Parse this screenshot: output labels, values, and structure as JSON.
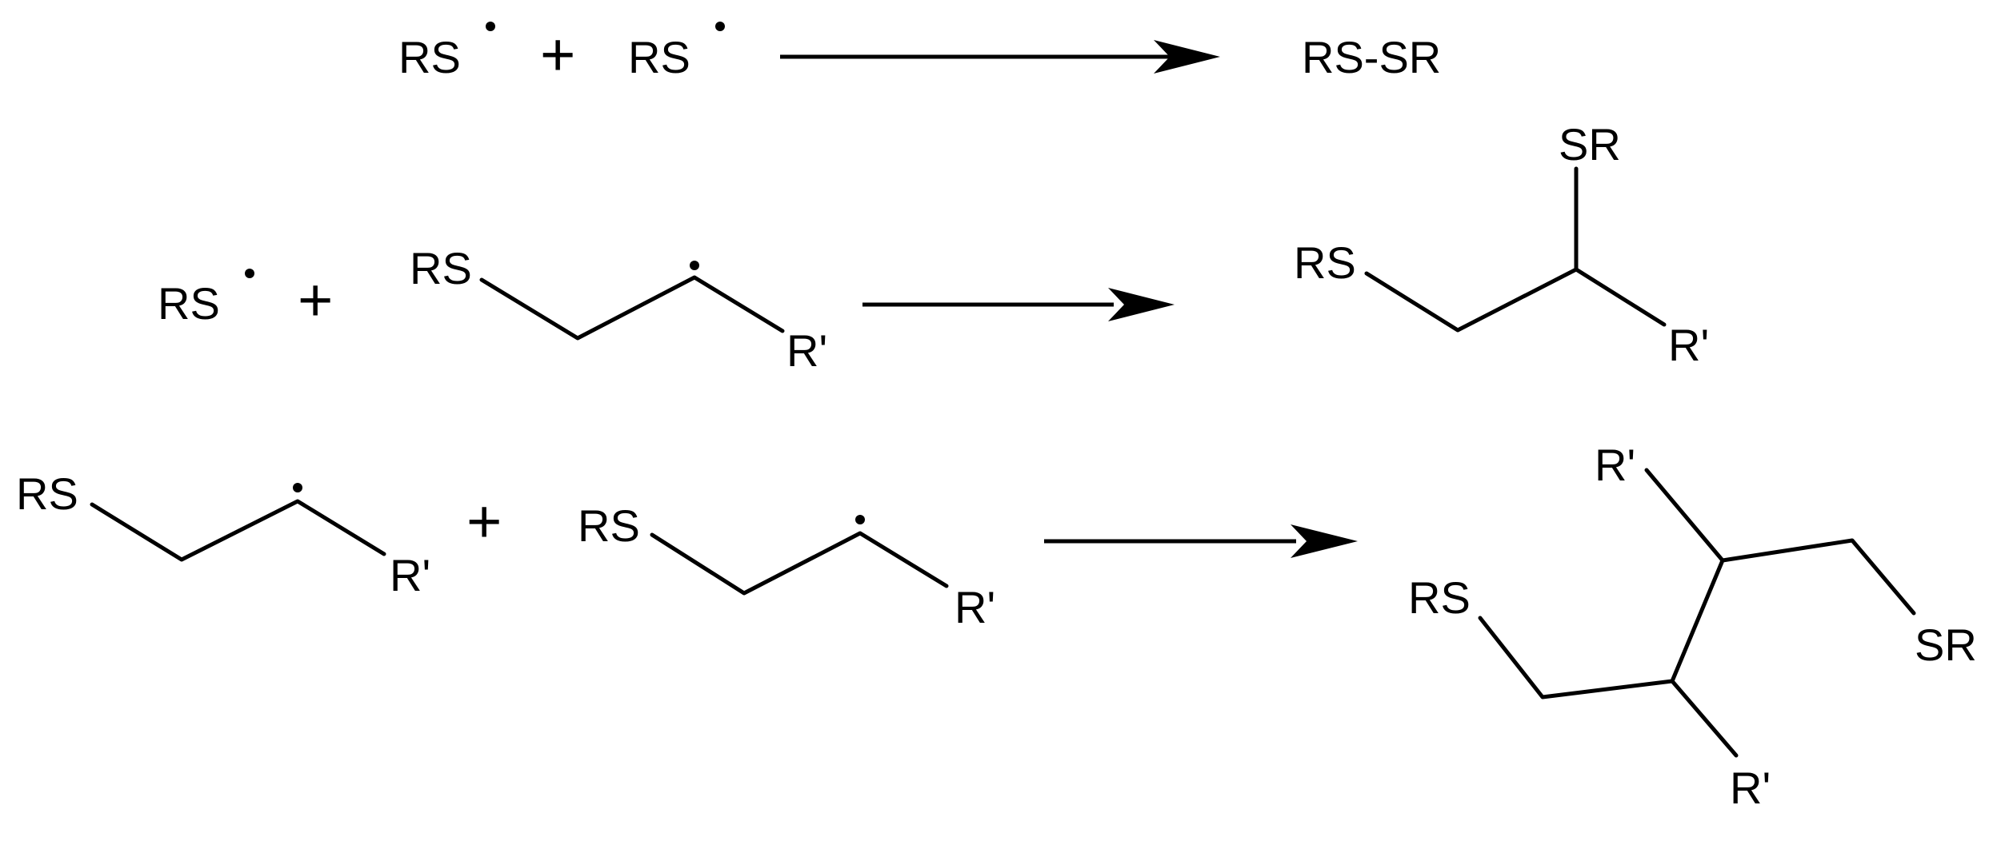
{
  "reactions": [
    {
      "reactant_1": "RS",
      "operator": "+",
      "reactant_2": "RS",
      "product": "RS-SR"
    },
    {
      "reactant_1": "RS",
      "operator": "+",
      "reactant_2": {
        "group_1": "RS",
        "group_2": "R'"
      },
      "product": {
        "group_1": "RS",
        "group_2": "SR",
        "group_3": "R'"
      }
    },
    {
      "reactant_1": {
        "group_1": "RS",
        "group_2": "R'"
      },
      "operator": "+",
      "reactant_2": {
        "group_1": "RS",
        "group_2": "R'"
      },
      "product": {
        "group_1": "R'",
        "group_2": "RS",
        "group_3": "SR",
        "group_4": "R'"
      }
    }
  ]
}
